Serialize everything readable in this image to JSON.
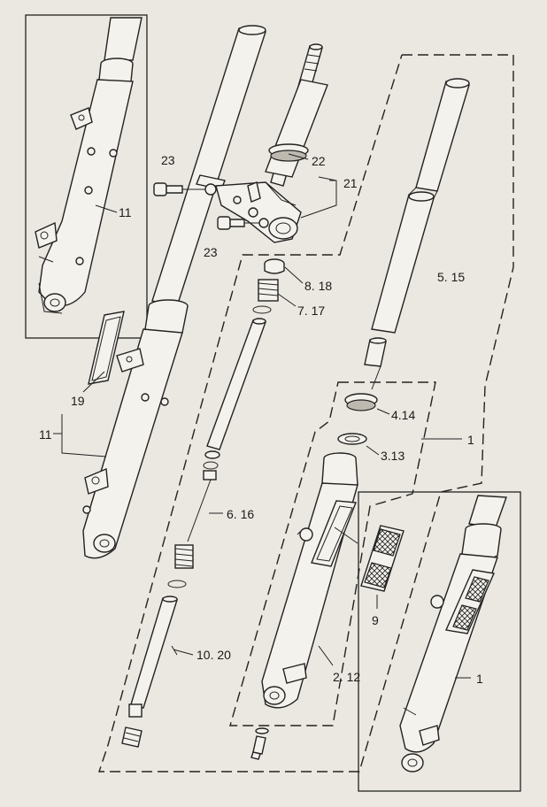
{
  "callouts": {
    "c23a": "23",
    "c23b": "23",
    "c22": "22",
    "c21": "21",
    "c11_inset": "11",
    "c11_main": "11",
    "c19": "19",
    "c8_18": "8. 18",
    "c7_17": "7. 17",
    "c5_15": "5. 15",
    "c4_14": "4.14",
    "c3_13": "3.13",
    "c1_group": "1",
    "c1_inset": "1",
    "c6_16": "6. 16",
    "c9": "9",
    "c10_20": "10. 20",
    "c2_12": "2. 12"
  }
}
